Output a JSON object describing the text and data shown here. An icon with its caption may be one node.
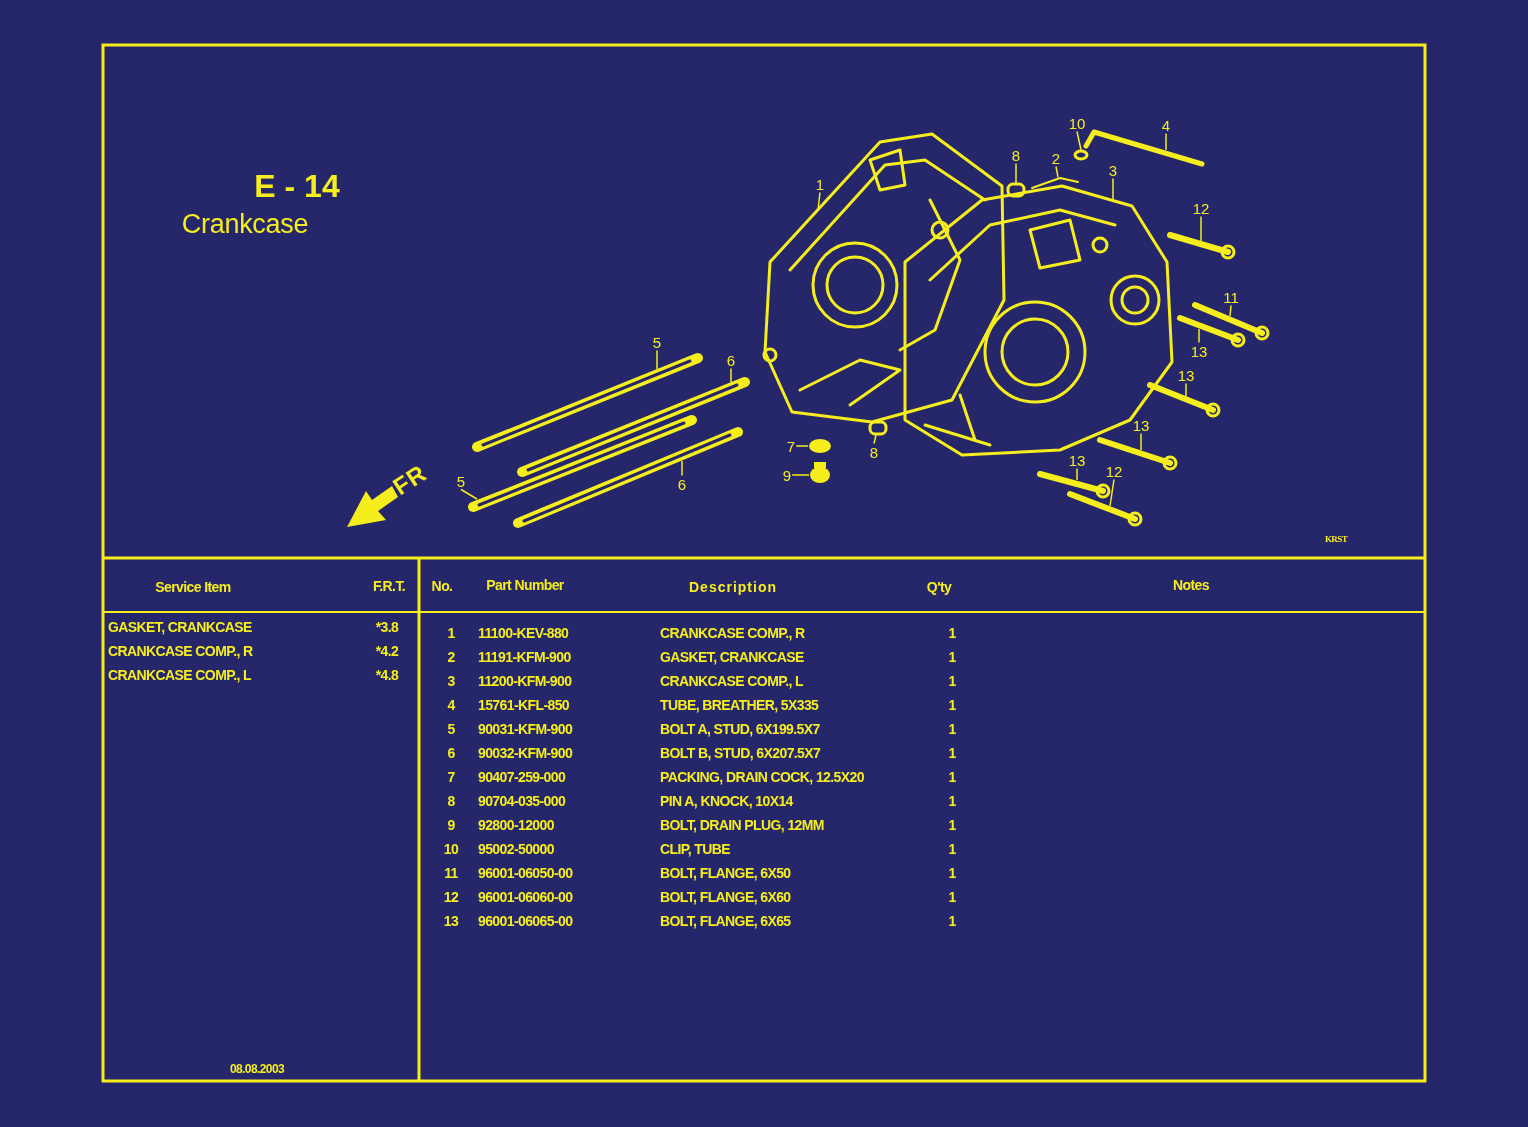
{
  "diagram": {
    "title": "E - 14",
    "nodes": [
      {
        "text": [
          "10"
        ]
      },
      {
        "text": [
          "4"
        ]
      },
      {
        "text": [
          "8"
        ]
      },
      {
        "text": [
          "2"
        ]
      },
      {
        "text": [
          "3"
        ]
      },
      {
        "text": [
          "1"
        ]
      },
      {
        "text": [
          "12"
        ]
      },
      {
        "text": [
          "11"
        ]
      },
      {
        "text": [
          "13"
        ]
      },
      {
        "text": [
          "5"
        ]
      },
      {
        "text": [
          "6"
        ]
      },
      {
        "text": [
          "13"
        ]
      },
      {
        "text": [
          "13"
        ]
      },
      {
        "text": [
          "7"
        ]
      },
      {
        "text": [
          "8"
        ]
      },
      {
        "text": [
          "5"
        ]
      },
      {
        "text": [
          "13"
        ]
      },
      {
        "text": [
          "12"
        ]
      },
      {
        "text": [
          "9"
        ]
      },
      {
        "text": [
          "6"
        ]
      },
      {
        "text": [],
        "shape": "picture"
      },
      {
        "text": [],
        "shape": "picture"
      },
      {
        "text": [],
        "shape": "picture"
      },
      {
        "text": [],
        "shape": "picture"
      },
      {
        "text": [],
        "shape": "circle"
      },
      {
        "text": [],
        "shape": "box"
      },
      {
        "text": [],
        "shape": "box"
      },
      {
        "text": [],
        "shape": "picture"
      },
      {
        "text": [],
        "shape": "picture"
      },
      {
        "text": [],
        "shape": "picture"
      },
      {
        "text": [],
        "shape": "picture"
      },
      {
        "text": [],
        "shape": "picture"
      },
      {
        "text": [],
        "shape": "picture"
      },
      {
        "text": [],
        "shape": "picture"
      },
      {
        "text": [],
        "shape": "picture"
      },
      {
        "text": [],
        "shape": "picture"
      },
      {
        "text": [],
        "shape": "picture"
      },
      {
        "text": [],
        "shape": "picture"
      },
      {
        "text": [],
        "shape": "circle"
      },
      {
        "text": [],
        "shape": "circle"
      }
    ],
    "edges": [
      {
        "from": 0,
        "to": 24,
        "arrow": "none"
      },
      {
        "from": 1,
        "to": 23,
        "arrow": "none"
      },
      {
        "from": 2,
        "to": 25,
        "arrow": "none"
      },
      {
        "from": 3,
        "to": 21,
        "arrow": "none"
      },
      {
        "from": 4,
        "to": 22,
        "arrow": "none"
      },
      {
        "from": 5,
        "to": 20,
        "arrow": "none"
      },
      {
        "from": 6,
        "to": 27,
        "arrow": "none"
      },
      {
        "from": 7,
        "to": 28,
        "arrow": "none"
      },
      {
        "from": 8,
        "to": 29,
        "arrow": "none"
      },
      {
        "from": 9,
        "to": 34,
        "arrow": "none"
      },
      {
        "from": 10,
        "to": 35,
        "arrow": "none"
      },
      {
        "from": 11,
        "to": 30,
        "arrow": "none"
      },
      {
        "from": 12,
        "to": 31,
        "arrow": "none"
      },
      {
        "from": 13,
        "to": 38,
        "arrow": "none"
      },
      {
        "from": 14,
        "to": 26,
        "arrow": "none"
      },
      {
        "from": 15,
        "to": 36,
        "arrow": "none"
      },
      {
        "from": 16,
        "to": 32,
        "arrow": "none"
      },
      {
        "from": 17,
        "to": 33,
        "arrow": "none"
      },
      {
        "from": 18,
        "to": 39,
        "arrow": "none"
      },
      {
        "from": 19,
        "to": 37,
        "arrow": "none"
      }
    ],
    "labels": [
      "Crankcase",
      "FR",
      "KRST",
      "Service Item",
      "F.R.T.",
      "No.",
      "Part Number",
      "Description",
      "Q'ty",
      "Notes",
      "GASKET, CRANKCASE",
      "*3.8",
      "CRANKCASE COMP., R",
      "*4.2",
      "CRANKCASE COMP., L",
      "*4.8",
      "1",
      "11100-KEV-880",
      "CRANKCASE COMP., R",
      "1",
      "2",
      "11191-KFM-900",
      "GASKET, CRANKCASE",
      "1",
      "3",
      "11200-KFM-900",
      "CRANKCASE COMP., L",
      "1",
      "4",
      "15761-KFL-850",
      "TUBE, BREATHER, 5X335",
      "1",
      "5",
      "90031-KFM-900",
      "BOLT A, STUD, 6X199.5X7",
      "1",
      "6",
      "90032-KFM-900",
      "BOLT B, STUD, 6X207.5X7",
      "1",
      "7",
      "90407-259-000",
      "PACKING, DRAIN COCK, 12.5X20",
      "1",
      "8",
      "90704-035-000",
      "PIN A, KNOCK, 10X14",
      "1",
      "9",
      "92800-12000",
      "BOLT, DRAIN PLUG, 12MM",
      "1",
      "10",
      "95002-50000",
      "CLIP, TUBE",
      "1",
      "11",
      "96001-06050-00",
      "BOLT, FLANGE, 6X50",
      "1",
      "12",
      "96001-06060-00",
      "BOLT, FLANGE, 6X60",
      "1",
      "13",
      "96001-06065-00",
      "BOLT, FLANGE, 6X65",
      "1",
      "08.08.2003"
    ]
  }
}
